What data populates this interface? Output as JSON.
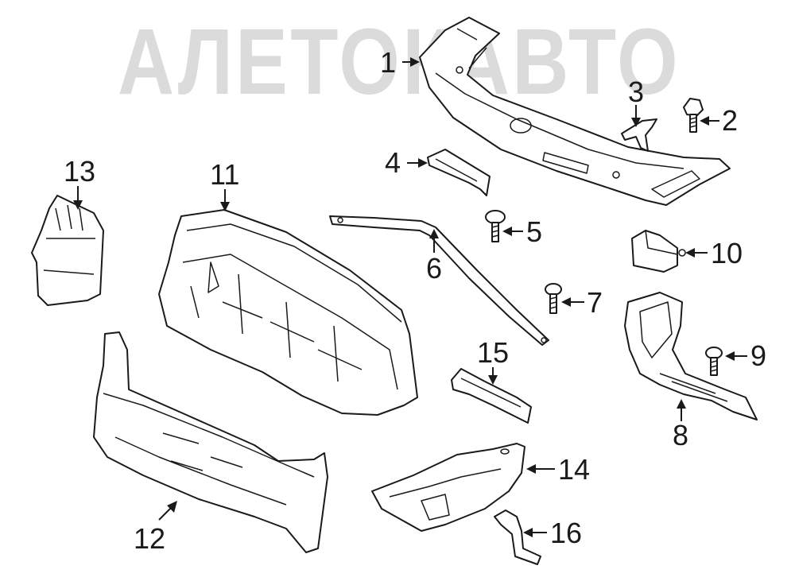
{
  "watermark": {
    "text": "АЛЕТОКАВТО",
    "color": "#d8d8d8"
  },
  "callouts": [
    "1",
    "2",
    "3",
    "4",
    "5",
    "6",
    "7",
    "8",
    "9",
    "10",
    "11",
    "12",
    "13",
    "14",
    "15",
    "16"
  ],
  "colors": {
    "line": "#1a1a1a",
    "background": "#ffffff"
  }
}
